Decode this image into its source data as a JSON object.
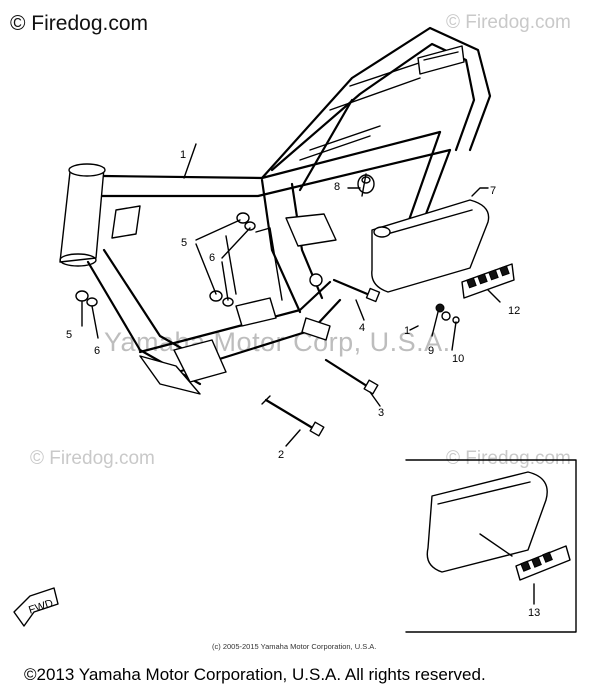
{
  "watermarks": {
    "main": "© Firedog.com",
    "top_right": "© Firedog.com",
    "mid_left": "© Firedog.com",
    "mid_right": "© Firedog.com",
    "center": "Yamaha Motor Corp, U.S.A."
  },
  "diagram": {
    "callouts": [
      "1",
      "2",
      "3",
      "4",
      "5",
      "6",
      "7",
      "8",
      "9",
      "10",
      "12",
      "5",
      "6",
      "13",
      "1"
    ],
    "decal_text": "FWD",
    "image_copyright": "(c) 2005-2015 Yamaha Motor Corporation, U.S.A."
  },
  "footer": {
    "text": "©2013 Yamaha Motor Corporation, U.S.A. All rights reserved."
  }
}
